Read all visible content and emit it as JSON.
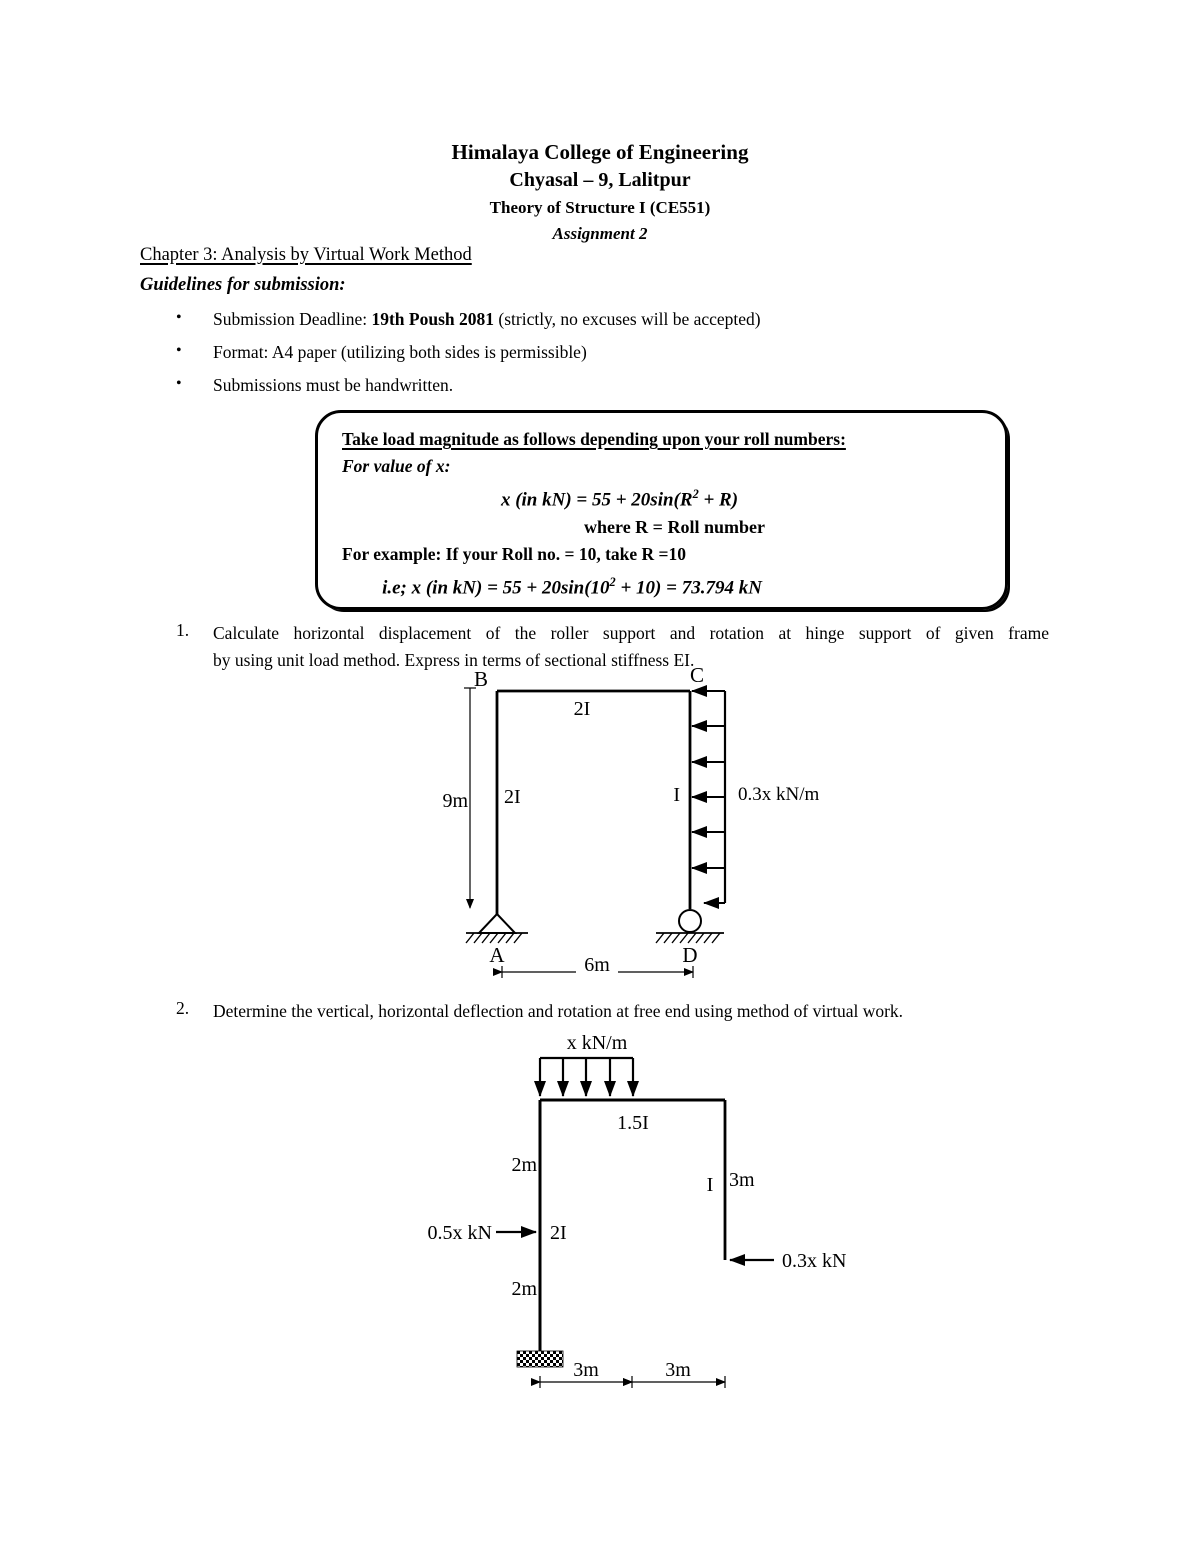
{
  "header": {
    "college": "Himalaya College of Engineering",
    "address": "Chyasal – 9, Lalitpur",
    "course": "Theory of Structure I (CE551)",
    "assignment": "Assignment 2"
  },
  "chapter_heading": "Chapter 3: Analysis by Virtual Work Method",
  "guidelines_heading": "Guidelines for submission:",
  "bullets": {
    "marker": "•",
    "deadline_prefix": "Submission Deadline: ",
    "deadline_bold": "19th Poush 2081",
    "deadline_suffix": " (strictly, no excuses will be accepted)",
    "format": "Format: A4 paper (utilizing both sides is permissible)",
    "handwritten": "Submissions must be handwritten."
  },
  "load_box": {
    "title": "Take load magnitude as follows depending upon your roll numbers:",
    "for_value": "For value of x:",
    "formula_pre": "x (in kN) = 55 + 20sin(R",
    "formula_sup": "2",
    "formula_post": " + R)",
    "where_line": "where R = Roll number",
    "example_intro": "For example: If your Roll no. = 10, take R =10",
    "example_pre": "i.e; x (in kN) = 55 + 20sin(10",
    "example_sup": "2",
    "example_post": " + 10) = 73.794 kN"
  },
  "problems": {
    "p1_number": "1.",
    "p1_line1": "Calculate horizontal displacement of the roller support and rotation at hinge support of given frame",
    "p1_line2": "by using unit load method. Express in terms of sectional stiffness EI.",
    "p2_number": "2.",
    "p2_text": "Determine the vertical, horizontal deflection and rotation at free end using method of virtual work."
  },
  "diagram1": {
    "node_b": "B",
    "node_c": "C",
    "node_a": "A",
    "node_d": "D",
    "height_label": "9m",
    "beam_stiffness": "2I",
    "left_column_stiffness": "2I",
    "right_column_stiffness": "I",
    "distributed_load": "0.3x kN/m",
    "span_label": "6m"
  },
  "diagram2": {
    "udl_label": "x kN/m",
    "beam_stiffness": "1.5I",
    "upper_segment": "2m",
    "lower_segment": "2m",
    "left_point_load": "0.5x kN",
    "left_column_stiffness": "2I",
    "right_column_stiffness": "I",
    "right_column_height": "3m",
    "right_point_load": "0.3x kN",
    "dim_left": "3m",
    "dim_right": "3m"
  }
}
